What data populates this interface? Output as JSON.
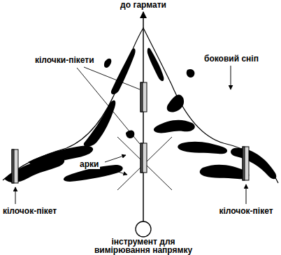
{
  "diagram": {
    "labels": [
      "до гармати",
      "кілочки-пікети",
      "боковий сніп",
      "арки",
      "кілочок-пікет",
      "кілочок-пікет",
      "інструмент для вимірювання напрямку"
    ]
  }
}
